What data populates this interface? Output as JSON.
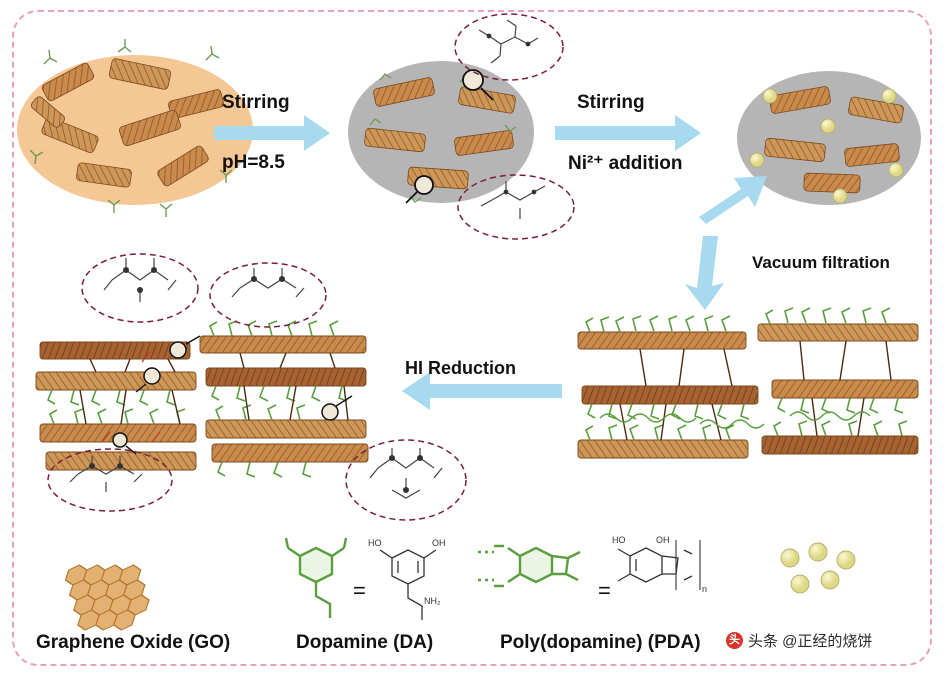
{
  "figure": {
    "type": "process-schematic",
    "border_color": "#e9a0b8",
    "steps": [
      {
        "id": "step1",
        "label": "Stirring",
        "sublabel": "pH=8.5"
      },
      {
        "id": "step2",
        "label": "Stirring",
        "sublabel": "Ni²⁺ addition"
      },
      {
        "id": "step3",
        "label": "Vacuum filtration",
        "sublabel": ""
      },
      {
        "id": "step4",
        "label": "HI Reduction",
        "sublabel": ""
      }
    ],
    "legend": [
      {
        "id": "go",
        "label": "Graphene Oxide (GO)"
      },
      {
        "id": "da",
        "label": "Dopamine (DA)"
      },
      {
        "id": "pda",
        "label": "Poly(dopamine) (PDA)"
      }
    ],
    "equals_signs": [
      "=",
      "="
    ],
    "colors": {
      "go_sheet": "#c98a4b",
      "dispersion_bg": "#f3c392",
      "pda_bg": "#b3b3b3",
      "arrow": "#a7d9ef",
      "dopamine_green": "#5a9e3f",
      "ni_particle": "#e4e09a",
      "dashed_circle": "#7a2036"
    },
    "watermark": {
      "logo": "头",
      "text": "头条 @正经的烧饼"
    }
  }
}
